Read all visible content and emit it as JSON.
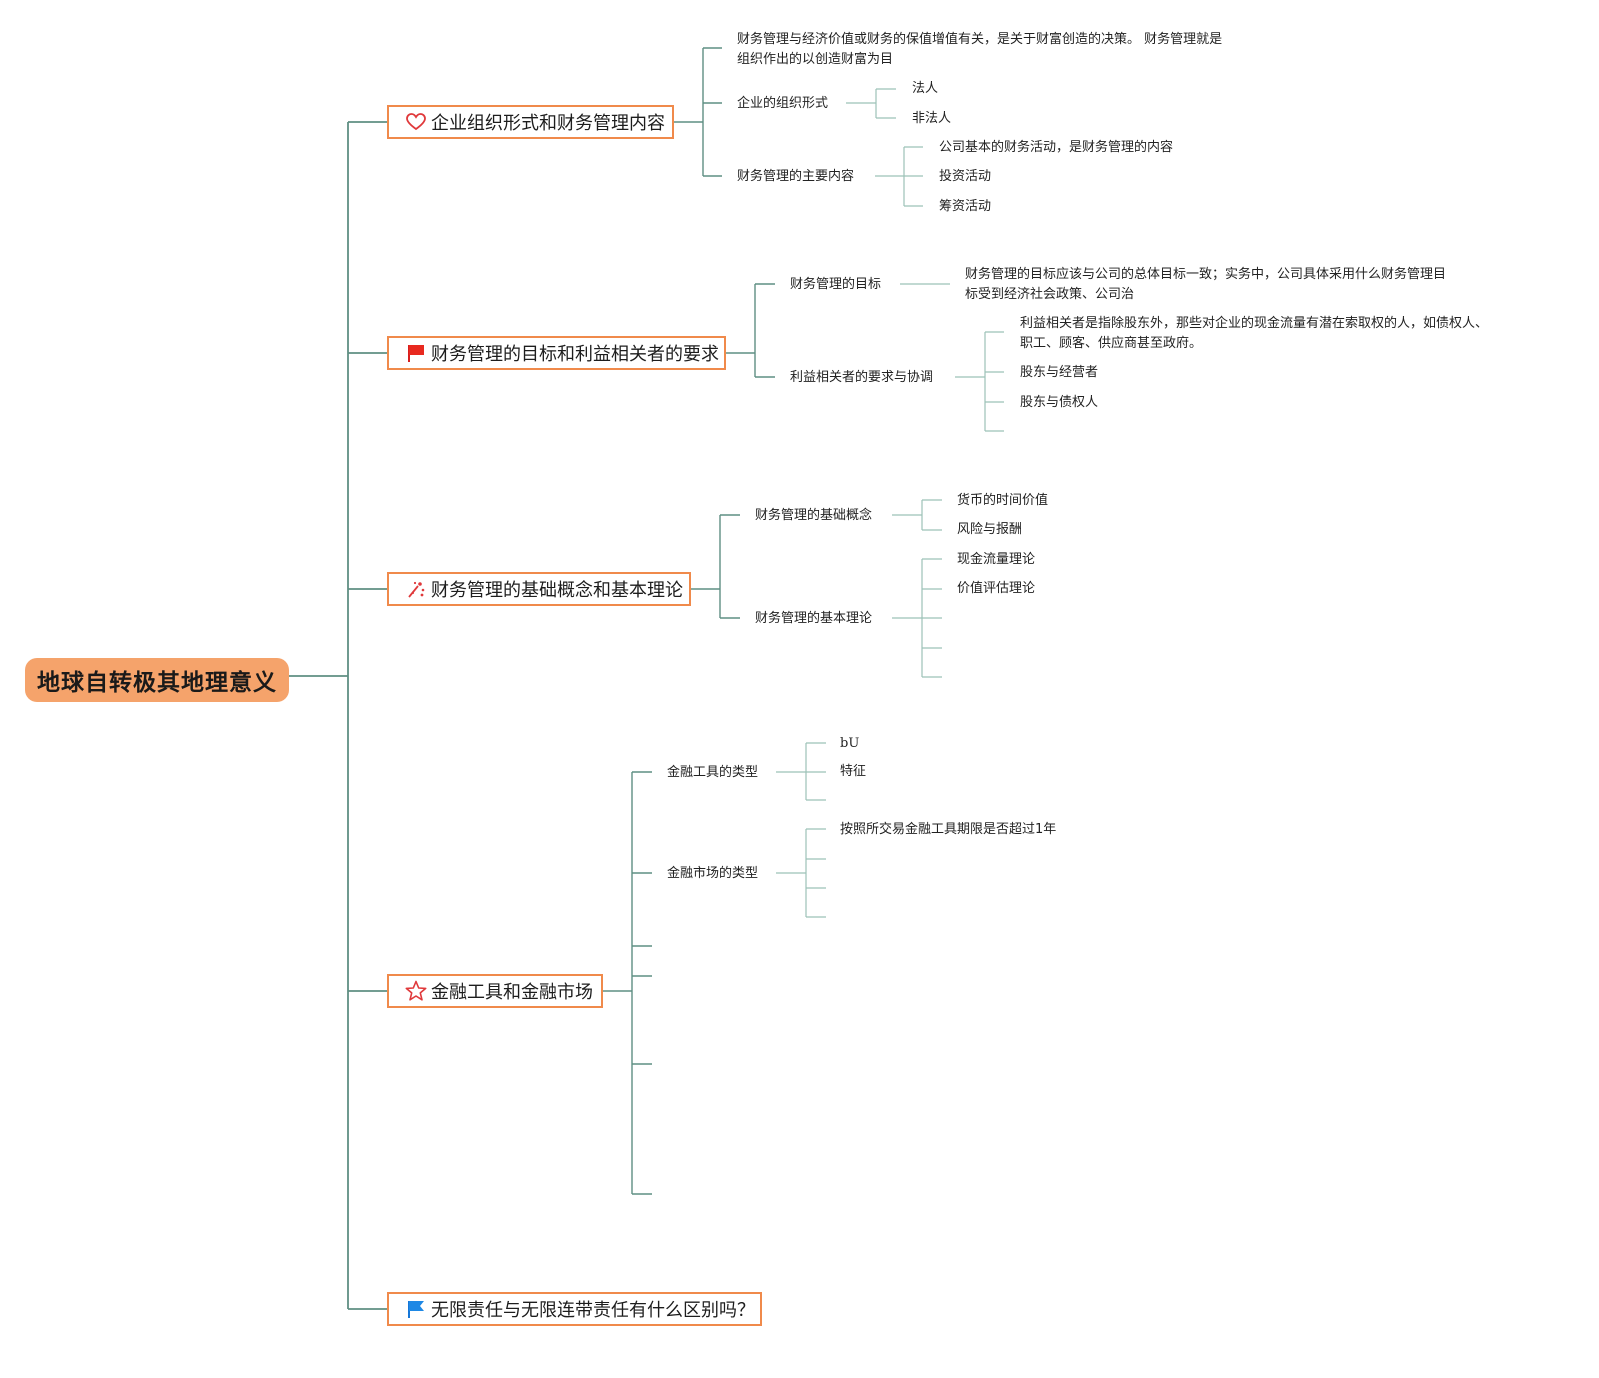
{
  "root": {
    "label": "地球自转极其地理意义"
  },
  "colors": {
    "root_fill": "#f5a36b",
    "node_border": "#f08a4b",
    "connector": "#5f8f83"
  },
  "topics": [
    {
      "label": "企业组织形式和财务管理内容",
      "icon": "heart-outline-icon",
      "children": [
        {
          "label": "财务管理与经济价值或财务的保值增值有关，是关于财富创造的决策。 财务管理就是组织作出的以创造财富为目"
        },
        {
          "label": "企业的组织形式",
          "children": [
            "法人",
            "非法人"
          ]
        },
        {
          "label": "财务管理的主要内容",
          "children": [
            "公司基本的财务活动，是财务管理的内容",
            "投资活动",
            "筹资活动"
          ]
        }
      ]
    },
    {
      "label": "财务管理的目标和利益相关者的要求",
      "icon": "red-flag-icon",
      "children": [
        {
          "label": "财务管理的目标",
          "children": [
            "财务管理的目标应该与公司的总体目标一致；实务中，公司具体采用什么财务管理目标受到经济社会政策、公司治"
          ]
        },
        {
          "label": "利益相关者的要求与协调",
          "children": [
            "利益相关者是指除股东外，那些对企业的现金流量有潜在索取权的人，如债权人、职工、顾客、供应商甚至政府。",
            "股东与经营者",
            "股东与债权人",
            ""
          ]
        }
      ]
    },
    {
      "label": "财务管理的基础概念和基本理论",
      "icon": "sparkle-icon",
      "children": [
        {
          "label": "财务管理的基础概念",
          "children": [
            "货币的时间价值",
            "风险与报酬"
          ]
        },
        {
          "label": "财务管理的基本理论",
          "children": [
            "现金流量理论",
            "价值评估理论",
            "",
            "",
            ""
          ]
        }
      ]
    },
    {
      "label": "金融工具和金融市场",
      "icon": "star-outline-icon",
      "children": [
        {
          "label": "金融工具的类型",
          "children": [
            "bU",
            "特征",
            ""
          ]
        },
        {
          "label": "金融市场的类型",
          "children": [
            "按照所交易金融工具期限是否超过1年",
            "",
            "",
            ""
          ]
        },
        {
          "label": ""
        },
        {
          "label": ""
        },
        {
          "label": ""
        },
        {
          "label": ""
        }
      ]
    },
    {
      "label": "无限责任与无限连带责任有什么区别吗？",
      "icon": "blue-flag-icon",
      "children": []
    }
  ]
}
